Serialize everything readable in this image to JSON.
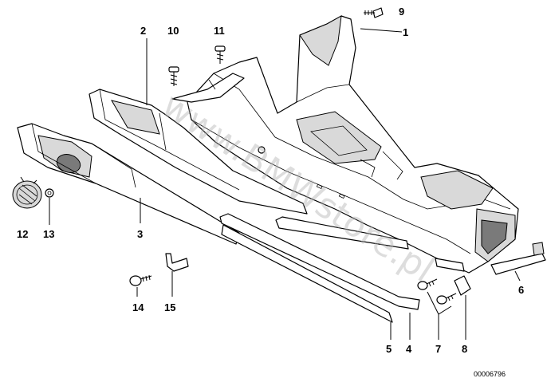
{
  "diagram": {
    "watermark": "www.BMWstore.pl",
    "document_number": "00006796",
    "callouts": {
      "c1": "1",
      "c2": "2",
      "c3": "3",
      "c4": "4",
      "c5": "5",
      "c6": "6",
      "c7": "7",
      "c8": "8",
      "c9": "9",
      "c10": "10",
      "c11": "11",
      "c12": "12",
      "c13": "13",
      "c14": "14",
      "c15": "15"
    }
  }
}
